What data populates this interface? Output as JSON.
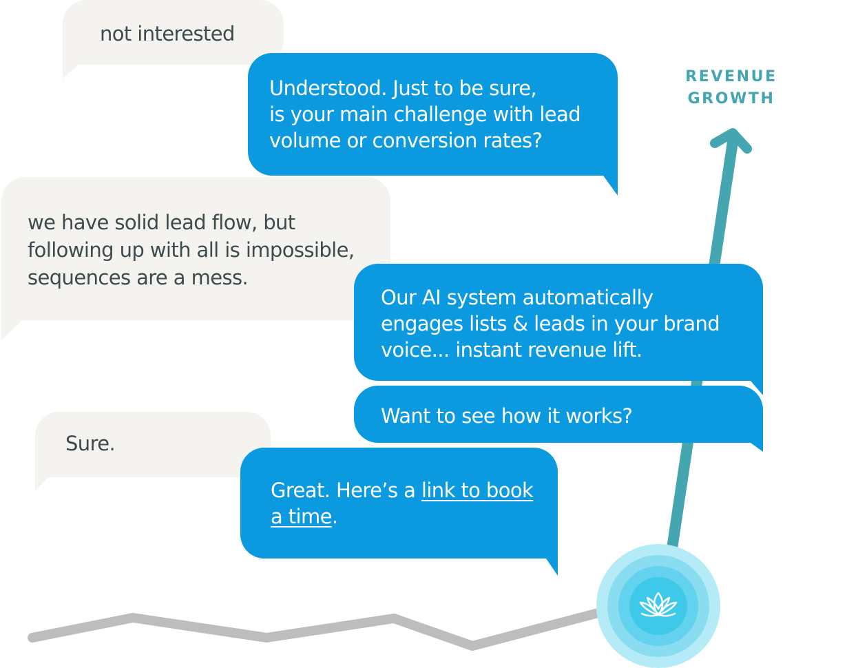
{
  "colors": {
    "incoming_bubble": "#f4f3f0",
    "outgoing_bubble": "#0b9ae0",
    "incoming_text": "#3d4b4e",
    "outgoing_text": "#ffffff",
    "growth_arrow": "#45a6b1",
    "baseline": "#bdbdbd",
    "pulse": "#36c8ea"
  },
  "growth_label": "REVENUE\nGROWTH",
  "messages": [
    {
      "from": "prospect",
      "text": "not interested"
    },
    {
      "from": "agent",
      "text": "Understood. Just to be sure,\nis your main challenge with lead\nvolume or conversion rates?"
    },
    {
      "from": "prospect",
      "text": "we have solid lead flow, but\nfollowing up with all is impossible,\nsequences are a mess."
    },
    {
      "from": "agent",
      "text": "Our AI system automatically\nengages lists & leads in your brand\nvoice... instant revenue lift."
    },
    {
      "from": "agent",
      "text": "Want to see how it works?"
    },
    {
      "from": "prospect",
      "text": "Sure."
    },
    {
      "from": "agent",
      "text_before_link": "Great. Here’s a ",
      "link_text": "link to book\na time",
      "text_after_link": "."
    }
  ],
  "logo_icon": "lotus-icon"
}
